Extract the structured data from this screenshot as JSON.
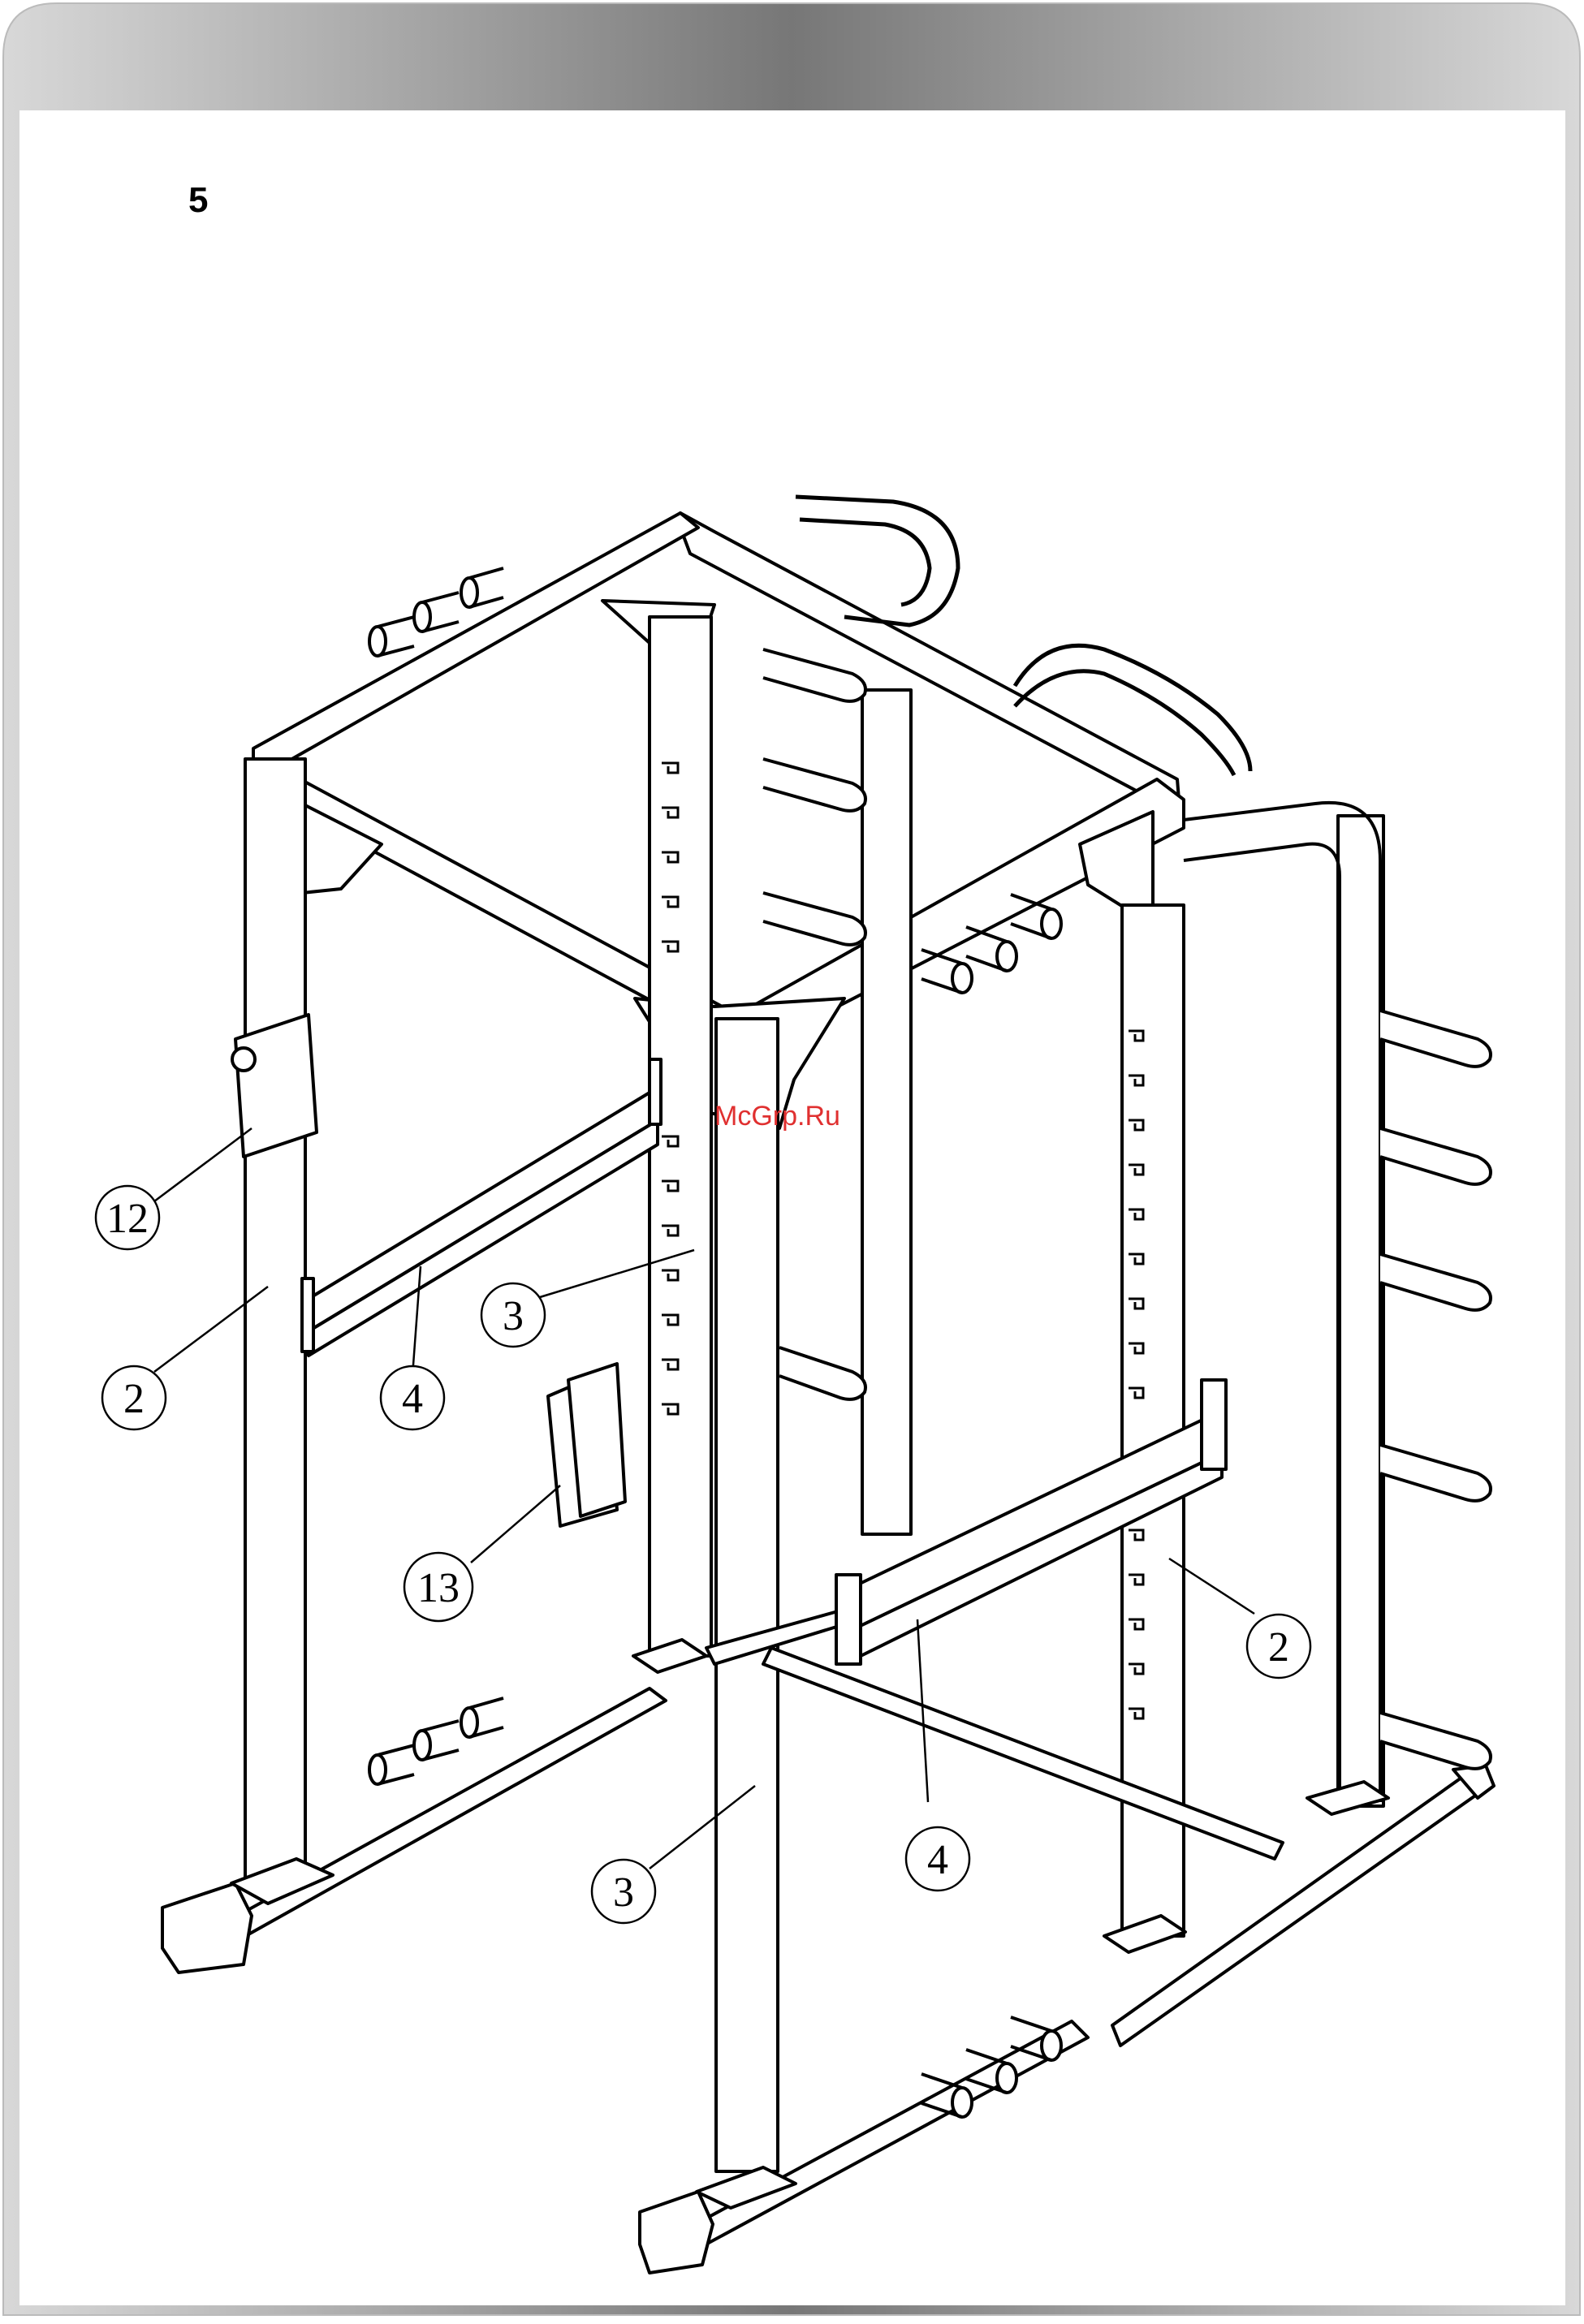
{
  "step": {
    "number": "5"
  },
  "watermark": "McGrp.Ru",
  "callouts": [
    {
      "id": "c12a",
      "label": "12"
    },
    {
      "id": "c2a",
      "label": "2"
    },
    {
      "id": "c4a",
      "label": "4"
    },
    {
      "id": "c3a",
      "label": "3"
    },
    {
      "id": "c13",
      "label": "13"
    },
    {
      "id": "c2b",
      "label": "2"
    },
    {
      "id": "c4b",
      "label": "4"
    },
    {
      "id": "c3b",
      "label": "3"
    }
  ]
}
